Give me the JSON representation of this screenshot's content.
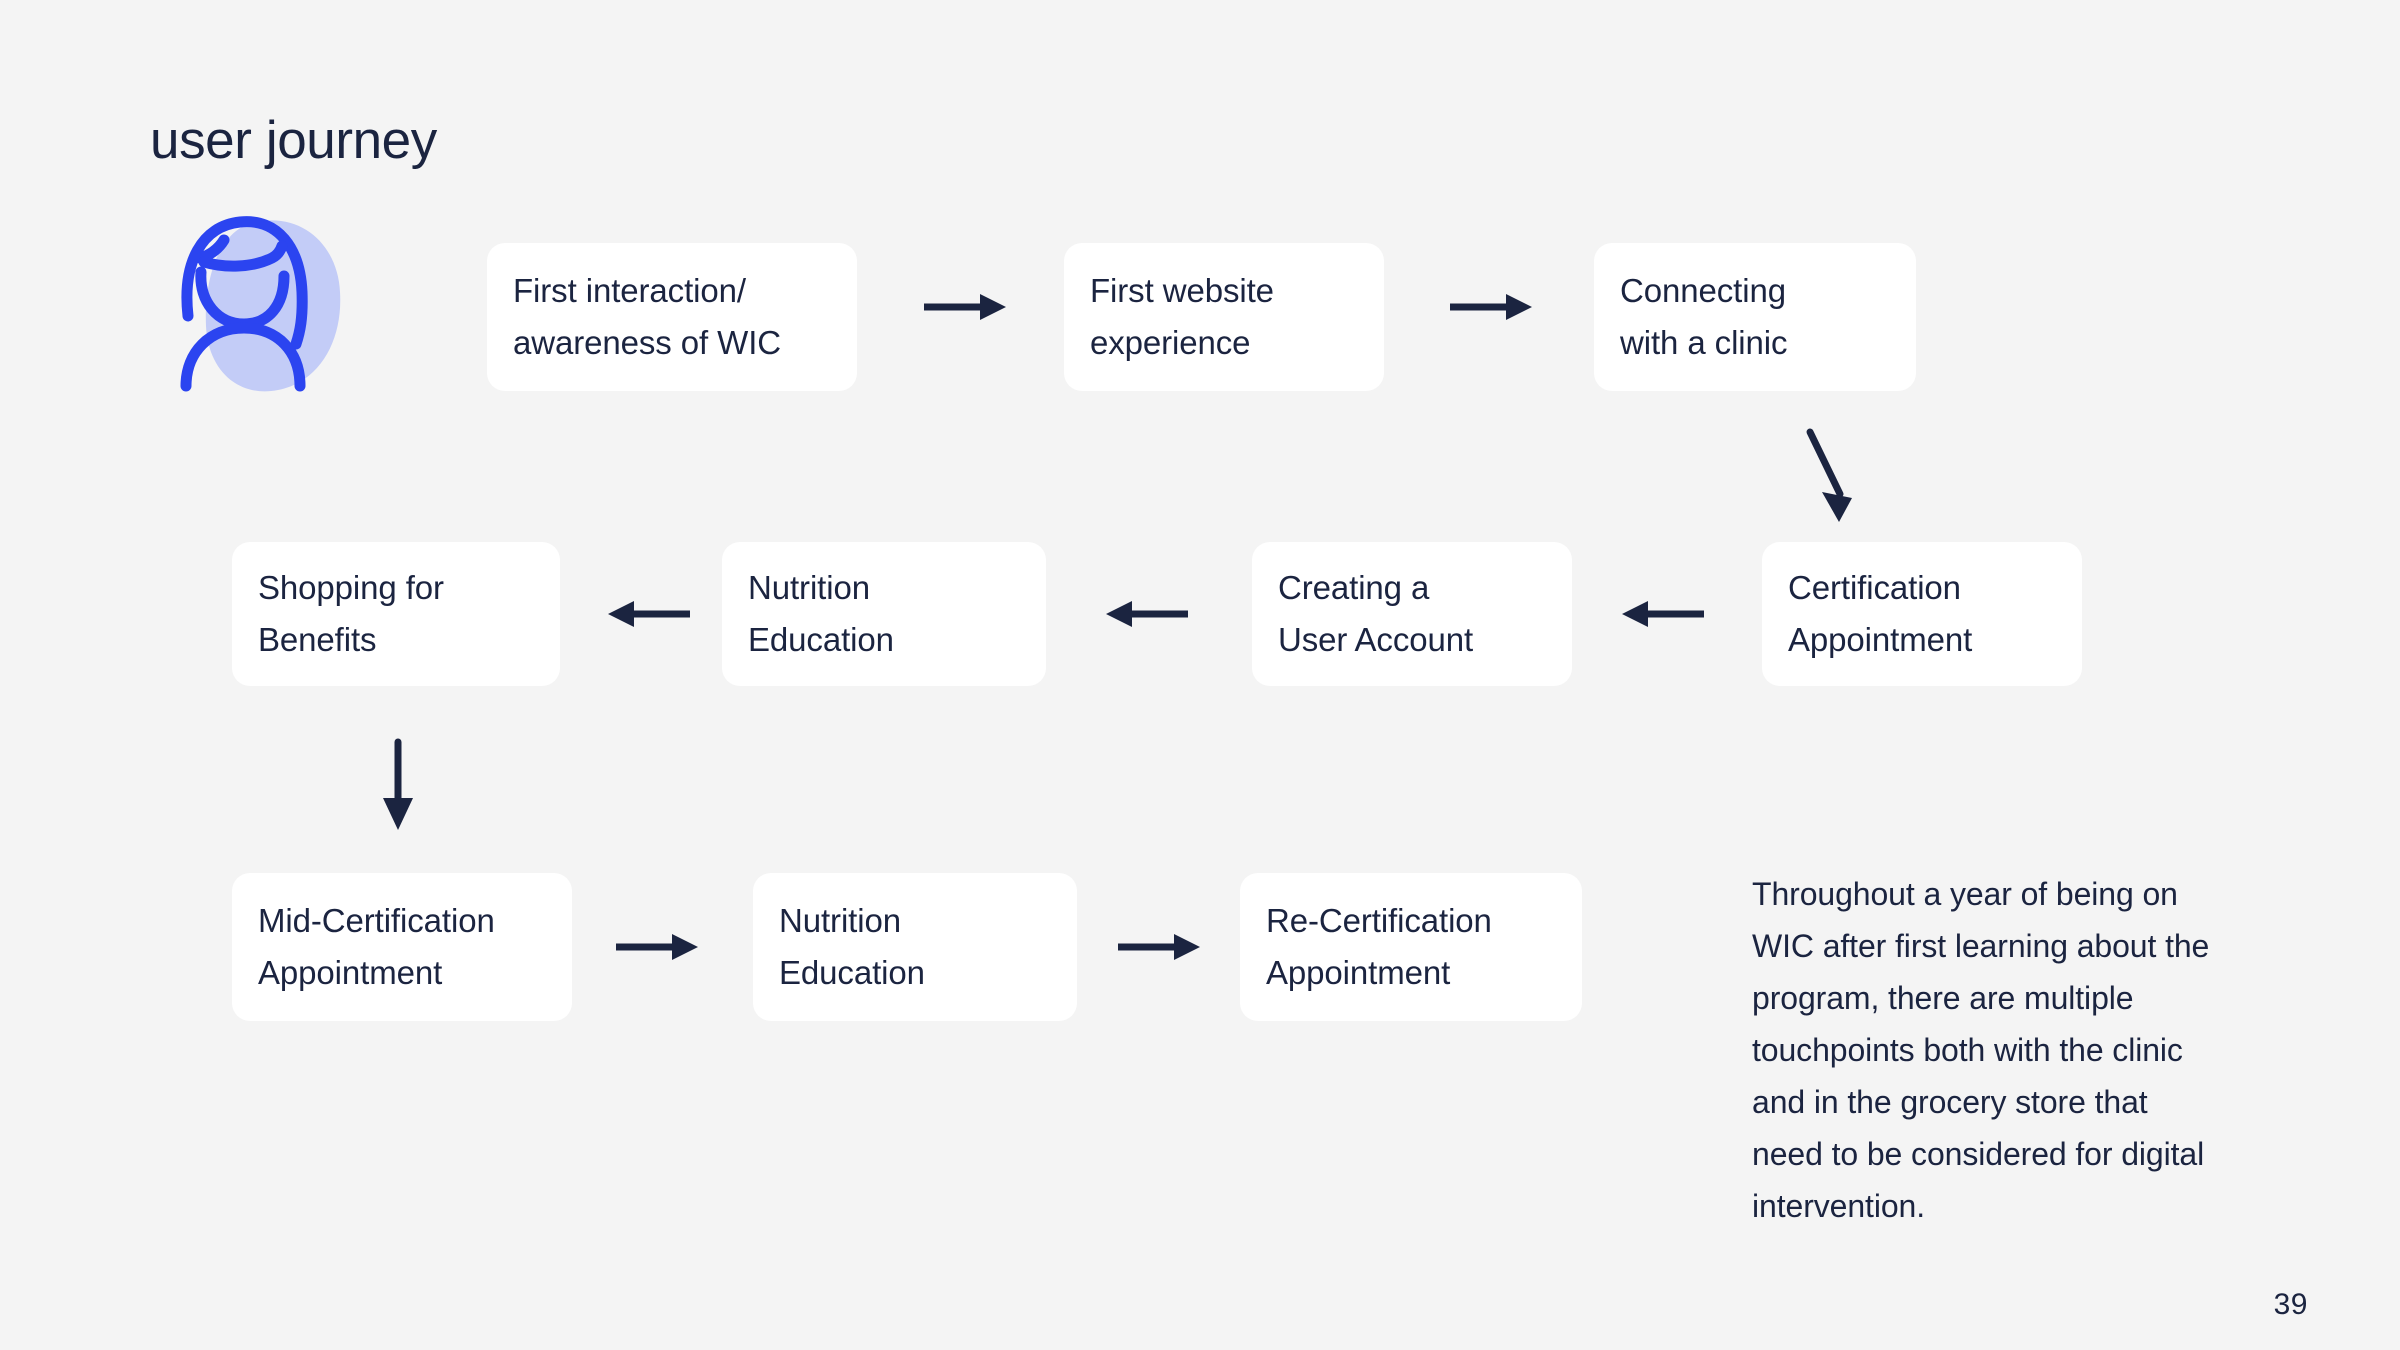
{
  "slide": {
    "title": "user journey",
    "page_number": "39",
    "background_color": "#f4f4f4",
    "card_color": "#ffffff",
    "text_color": "#1b2440",
    "accent_blue": "#2b44f0",
    "accent_blue_light": "#c3ccf7"
  },
  "avatar": {
    "icon_name": "person-avatar-icon",
    "stroke_color": "#2b44f0",
    "blob_color": "#c3ccf7"
  },
  "journey": {
    "rows": [
      {
        "name": "row-1",
        "cards": [
          {
            "id": "first-interaction",
            "lines": [
              "First interaction/",
              "awareness of WIC"
            ]
          },
          {
            "id": "first-website-experience",
            "lines": [
              "First website",
              "experience"
            ]
          },
          {
            "id": "connecting-with-a-clinic",
            "lines": [
              "Connecting",
              "with a clinic"
            ]
          }
        ],
        "arrows": [
          "right",
          "right"
        ]
      },
      {
        "name": "row-2",
        "cards": [
          {
            "id": "shopping-for-benefits",
            "lines": [
              "Shopping for",
              "Benefits"
            ]
          },
          {
            "id": "nutrition-education-1",
            "lines": [
              "Nutrition",
              "Education"
            ]
          },
          {
            "id": "creating-a-user-account",
            "lines": [
              "Creating a",
              "User Account"
            ]
          },
          {
            "id": "certification-appointment",
            "lines": [
              "Certification",
              "Appointment"
            ]
          }
        ],
        "arrows": [
          "left",
          "left",
          "left"
        ]
      },
      {
        "name": "row-3",
        "cards": [
          {
            "id": "mid-certification-appointment",
            "lines": [
              "Mid-Certification",
              "Appointment"
            ]
          },
          {
            "id": "nutrition-education-2",
            "lines": [
              "Nutrition",
              "Education"
            ]
          },
          {
            "id": "re-certification-appointment",
            "lines": [
              "Re-Certification",
              "Appointment"
            ]
          }
        ],
        "arrows": [
          "right",
          "right"
        ]
      }
    ],
    "connectors": [
      {
        "id": "diagonal-down-right-connector",
        "direction": "down-right"
      },
      {
        "id": "vertical-down-connector",
        "direction": "down"
      }
    ]
  },
  "caption": {
    "text": "Throughout a year of being on WIC after first learning about the program, there are multiple touchpoints both with the clinic and in the grocery store that need to be considered for digital intervention."
  }
}
